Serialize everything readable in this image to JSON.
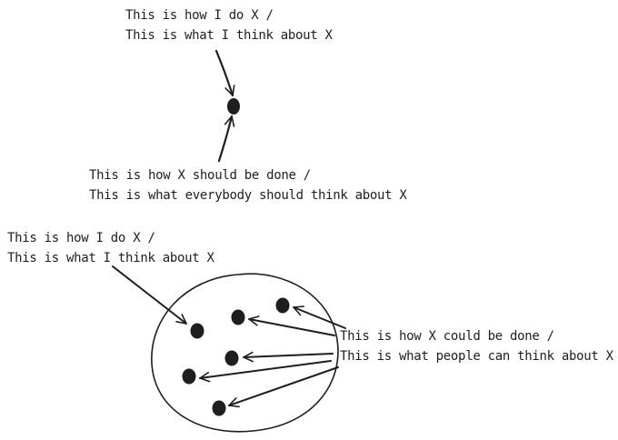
{
  "colors": {
    "ink": "#1e1e1e",
    "background": "#ffffff"
  },
  "top_diagram": {
    "label_above": {
      "line1": "This is how I do X /",
      "line2": "This is what I think about X"
    },
    "label_below": {
      "line1": "This is how X should be done /",
      "line2": "This is what everybody should think about X"
    }
  },
  "bottom_diagram": {
    "label_left": {
      "line1": "This is how I do X /",
      "line2": "This is what I think about X"
    },
    "label_right": {
      "line1": "This is how X could be done /",
      "line2": "This is what people can think about X"
    }
  }
}
